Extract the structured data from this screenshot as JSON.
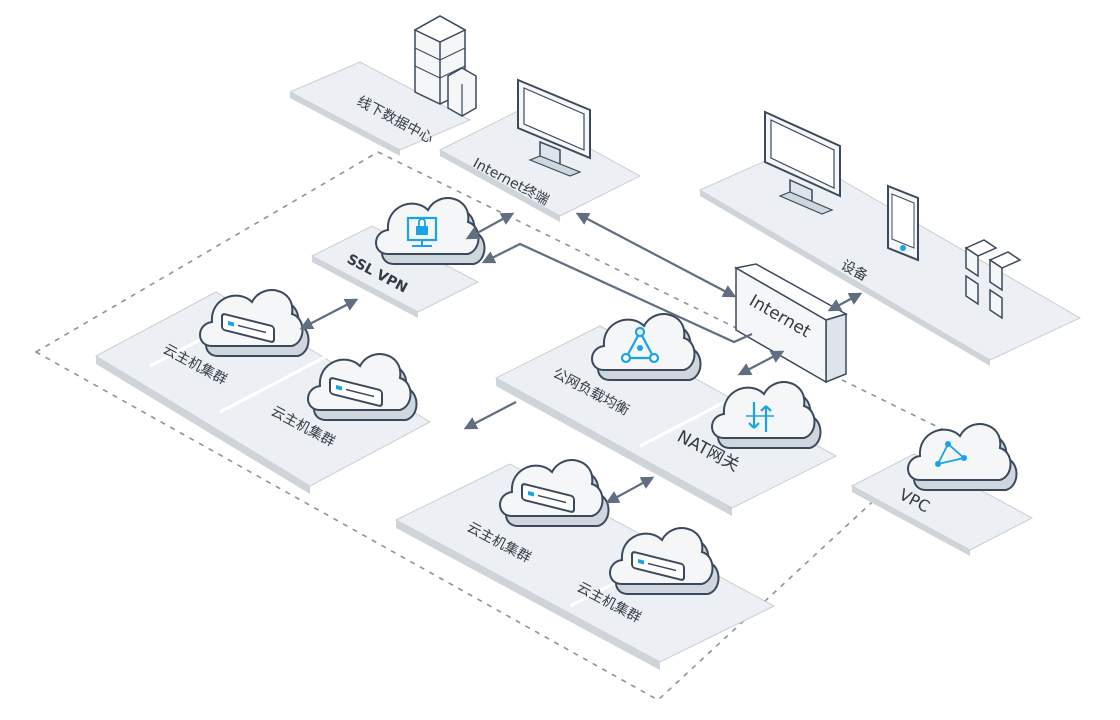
{
  "labels": {
    "datacenter": "线下数据中心",
    "terminal": "Internet终端",
    "devices": "设备",
    "ssl_vpn": "SSL VPN",
    "internet": "Internet",
    "cluster_1": "云主机集群",
    "cluster_2": "云主机集群",
    "cluster_3": "云主机集群",
    "cluster_4": "云主机集群",
    "load_balancer": "公网负载均衡",
    "nat_gateway": "NAT网关",
    "vpc": "VPC"
  },
  "colors": {
    "accent": "#1aa3e8",
    "outline": "#3a4a5c",
    "platform": "#eceff3",
    "connector": "#5f6e80"
  },
  "icons": {
    "ssl_vpn": "monitor-lock-icon",
    "load_balancer": "triangle-network-icon",
    "nat_gateway": "swap-arrows-icon",
    "vpc": "triangle-network-icon",
    "cluster": "server-icon"
  }
}
